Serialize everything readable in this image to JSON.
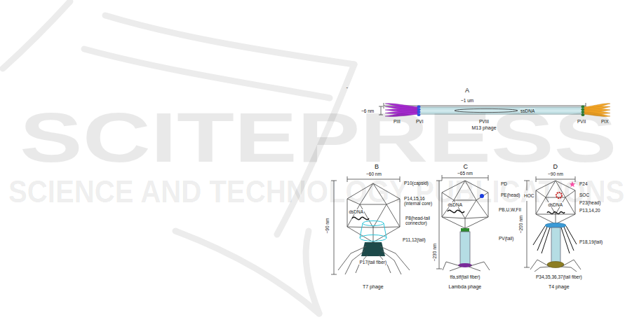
{
  "diagram": {
    "labels": [
      "SCITEPRESS",
      "SCIENCE AND TECHNOLOGY PUBLICATIONS",
      "-",
      "A",
      "~1 um",
      "~6 nm",
      "ssDNA",
      "PIII",
      "PVI",
      "PVIII",
      "M13 phage",
      "PVII",
      "PIX",
      "B",
      "~60 nm",
      "P10(capsid)",
      "P14,15,16 (internal core)",
      "dsDNA",
      "P8(head-tail connector)",
      "~90 nm",
      "P11,12(tail)",
      "P17(tail fiber)",
      "T7 phage",
      "C",
      "~65 nm",
      "dsDNA",
      "PD",
      "PE(head)",
      "PB,U,W,FII",
      "~230 nm",
      "PV(tail)",
      "tfa,stf(tail fiber)",
      "Lambda phage",
      "D",
      "~90 nm",
      "P24",
      "HOC",
      "SOC",
      "dsDNA",
      "P23(head)",
      "P13,14,20",
      "~200 nm",
      "P18,19(tail)",
      "P34,35,36,37(tail fiber)",
      "T4 phage"
    ]
  }
}
